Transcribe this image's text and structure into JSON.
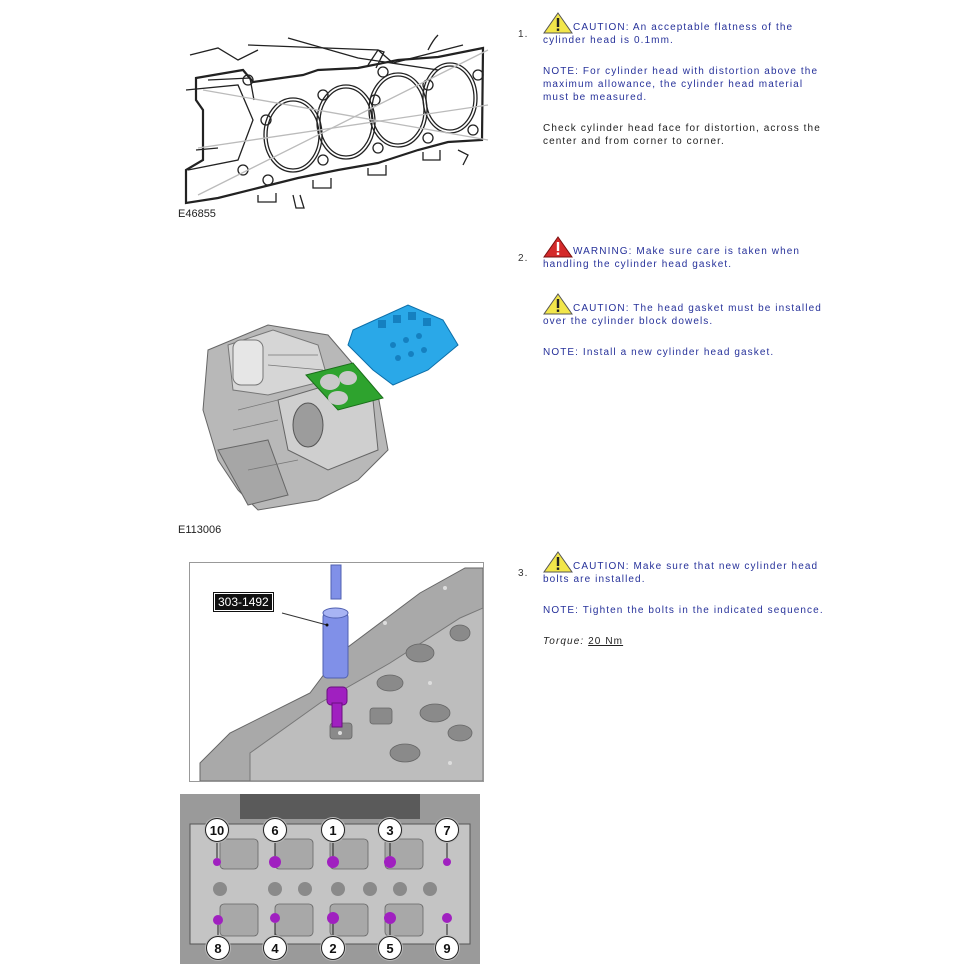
{
  "steps": [
    {
      "number": "1.",
      "paragraphs": [
        {
          "type": "caution",
          "icon": "caution-triangle-yellow",
          "text": "CAUTION: An acceptable flatness of the cylinder head is 0.1mm."
        },
        {
          "type": "note",
          "text": "NOTE: For cylinder head with distortion above the maximum allowance, the cylinder head material must be measured."
        },
        {
          "type": "instruction",
          "text": "Check cylinder head face for distortion, across the center and from corner to corner."
        }
      ]
    },
    {
      "number": "2.",
      "paragraphs": [
        {
          "type": "warning",
          "icon": "warning-triangle-red",
          "text": "WARNING: Make sure care is taken when handling the cylinder head gasket."
        },
        {
          "type": "caution",
          "icon": "caution-triangle-yellow",
          "text": "CAUTION: The head gasket must be installed over the cylinder block dowels."
        },
        {
          "type": "note",
          "text": "NOTE: Install a new cylinder head gasket."
        }
      ]
    },
    {
      "number": "3.",
      "paragraphs": [
        {
          "type": "caution",
          "icon": "caution-triangle-yellow",
          "text": "CAUTION: Make sure that new cylinder head bolts are installed."
        },
        {
          "type": "note",
          "text": "NOTE: Tighten the bolts in the indicated sequence."
        }
      ],
      "torque": {
        "label": "Torque:",
        "value": "20 Nm"
      }
    }
  ],
  "figures": {
    "fig1": {
      "label": "E46855",
      "description": "cylinder head gasket face line drawing with diagonal check lines"
    },
    "fig2": {
      "label": "E113006",
      "description": "engine with green head gasket and blue cylinder head"
    },
    "fig3": {
      "tool_tag": "303-1492",
      "description": "special tool socket over purple cylinder head bolt"
    },
    "fig4": {
      "description": "cylinder head bolt tightening sequence",
      "top_row": [
        "10",
        "6",
        "1",
        "3",
        "7"
      ],
      "bottom_row": [
        "8",
        "4",
        "2",
        "5",
        "9"
      ]
    }
  },
  "colors": {
    "text_blue": "#26319a",
    "text_black": "#222222",
    "caution_yellow": "#f2e64a",
    "warning_red": "#d42a2a",
    "gasket_green": "#2ea32e",
    "head_blue": "#2aa8e8",
    "bolt_purple": "#a020c0",
    "tool_blue": "#8090e8"
  }
}
